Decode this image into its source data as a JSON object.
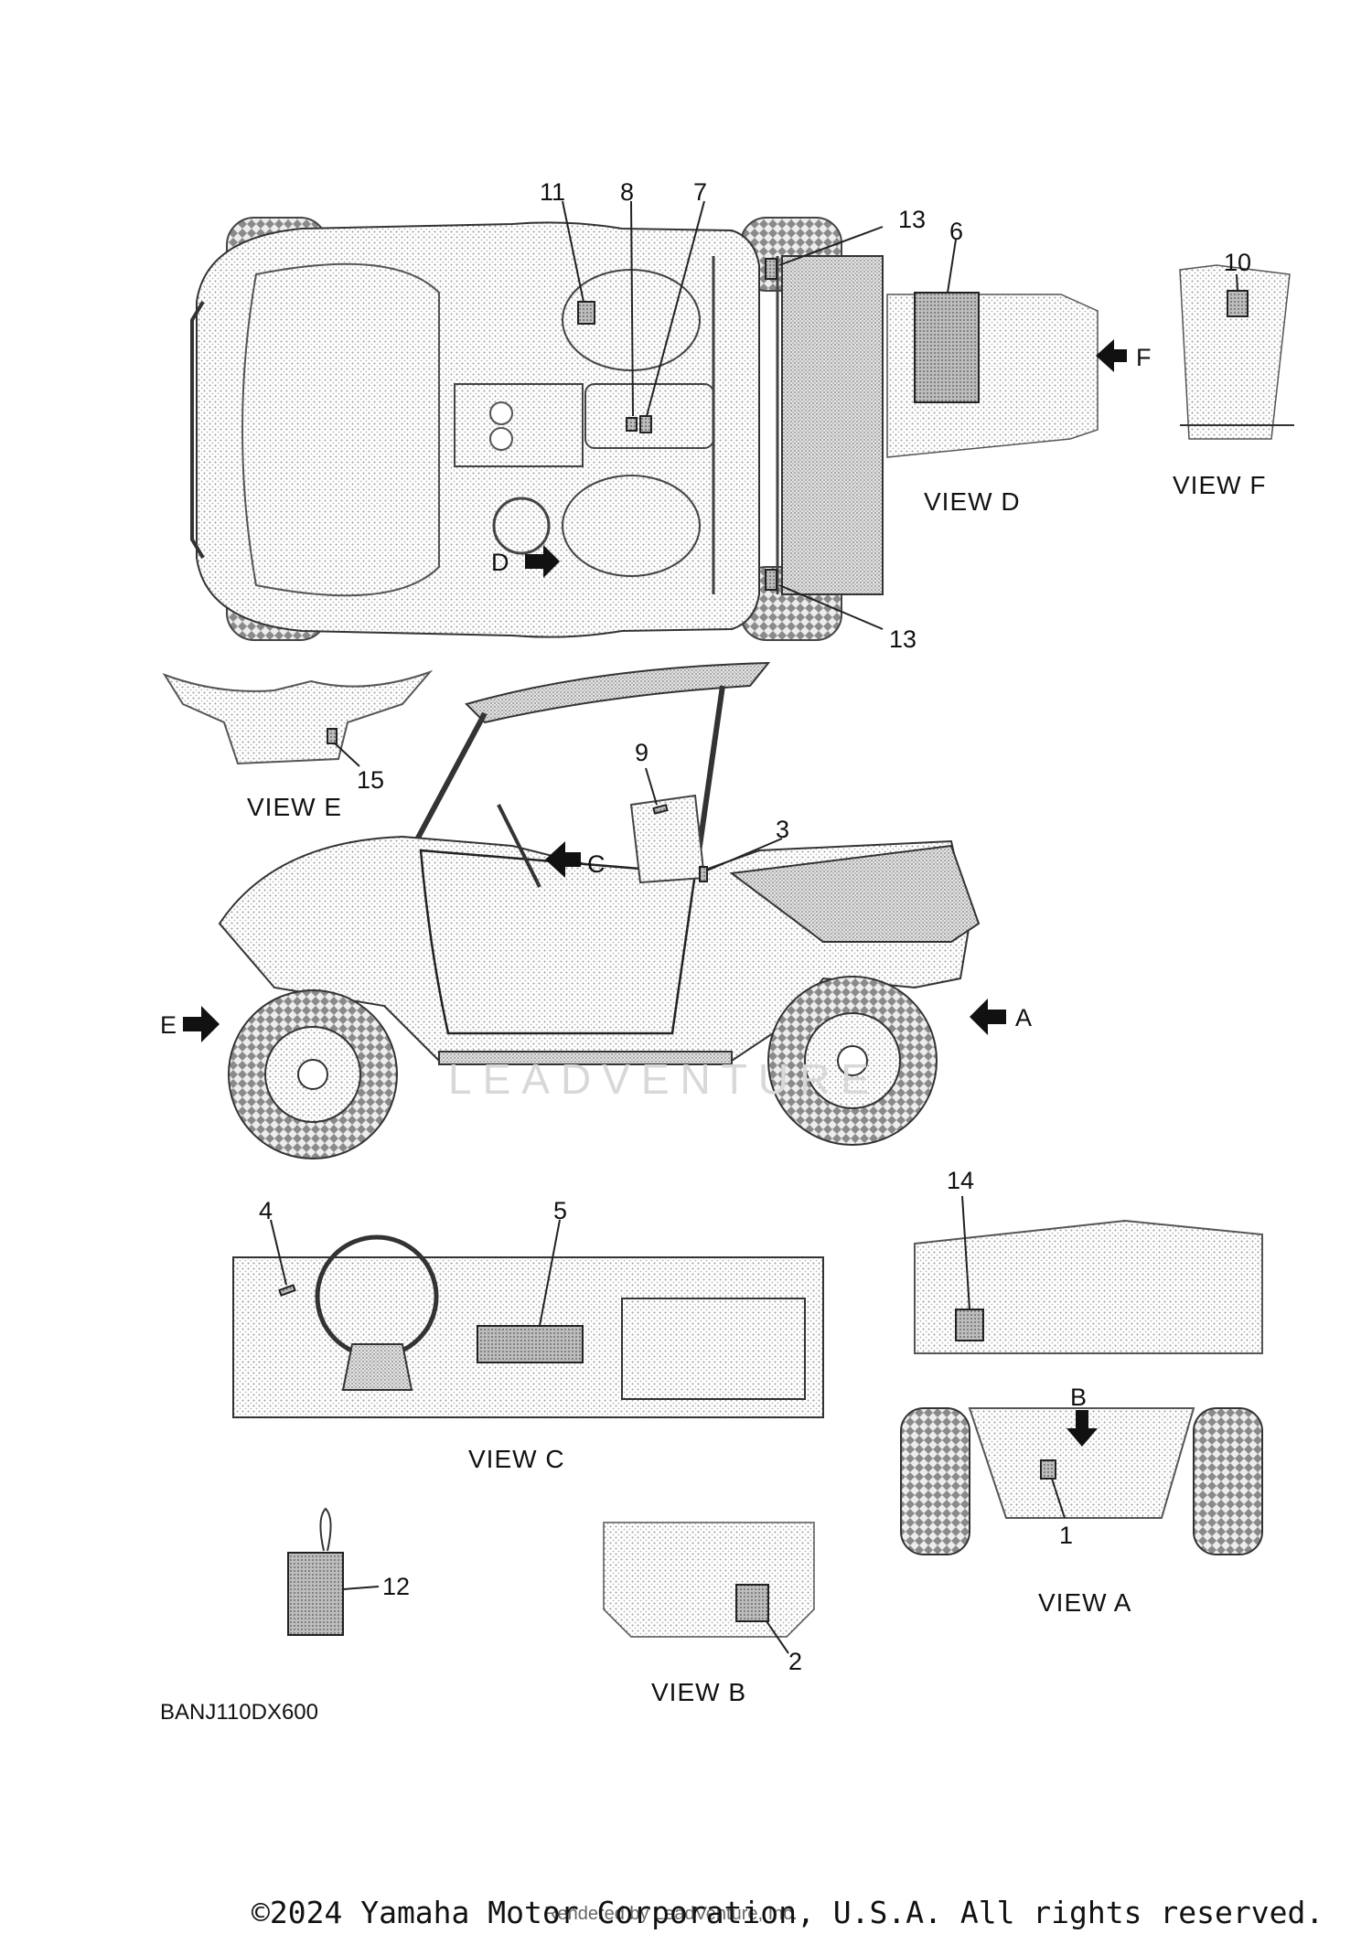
{
  "diagram": {
    "callouts": {
      "c1": "1",
      "c2": "2",
      "c3": "3",
      "c4": "4",
      "c5": "5",
      "c6": "6",
      "c7": "7",
      "c8": "8",
      "c9": "9",
      "c10": "10",
      "c11": "11",
      "c12": "12",
      "c13a": "13",
      "c13b": "13",
      "c14": "14",
      "c15": "15"
    },
    "arrows": {
      "a": "A",
      "b": "B",
      "c": "C",
      "d": "D",
      "e": "E",
      "f": "F"
    },
    "views": {
      "a": "VIEW A",
      "b": "VIEW B",
      "c": "VIEW C",
      "d": "VIEW D",
      "e": "VIEW E",
      "f": "VIEW F"
    },
    "part_code": "BANJ110DX600",
    "watermark": "LEADVENTURE"
  },
  "footer": {
    "copyright": "©2024 Yamaha Motor Corporation, U.S.A. All rights reserved.",
    "rendered_by": "Rendered by LeadVenture, Inc."
  },
  "colors": {
    "stipple": "#9a9a9a",
    "line": "#222222",
    "label_fill": "#8c8c8c"
  }
}
